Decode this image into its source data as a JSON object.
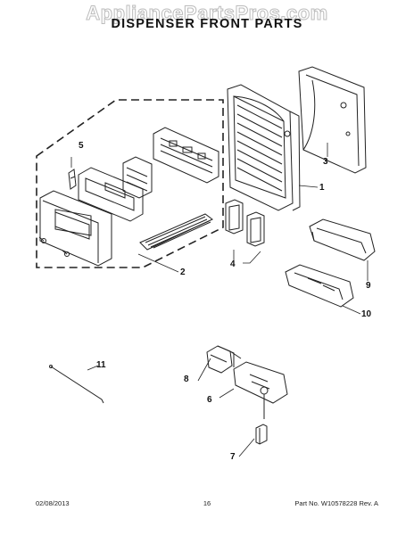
{
  "watermark": "AppliancePartsPros.com",
  "title": "DISPENSER FRONT PARTS",
  "callouts": {
    "c1": "1",
    "c2": "2",
    "c3": "3",
    "c4": "4",
    "c5": "5",
    "c6": "6",
    "c7": "7",
    "c8": "8",
    "c9": "9",
    "c10": "10",
    "c11": "11"
  },
  "footer": {
    "date": "02/08/2013",
    "page_number": "16",
    "part_no": "Part No.  W10578228  Rev.  A"
  }
}
